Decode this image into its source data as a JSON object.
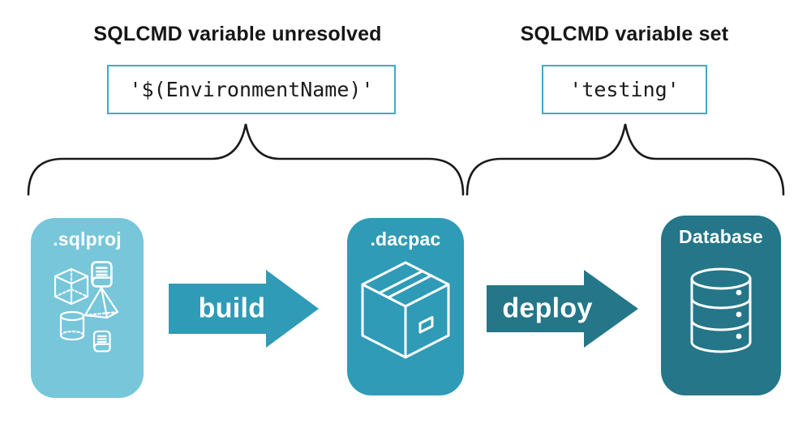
{
  "canvas": {
    "background": "#ffffff"
  },
  "annotations": {
    "unresolved": {
      "heading": "SQLCMD variable unresolved",
      "code": "'$(EnvironmentName)'"
    },
    "set": {
      "heading": "SQLCMD variable set",
      "code": "'testing'"
    }
  },
  "pipeline": {
    "nodes": [
      {
        "id": "sqlproj",
        "label": ".sqlproj",
        "color": "#77c6da",
        "icon": "sql-objects-icon"
      },
      {
        "id": "dacpac",
        "label": ".dacpac",
        "color": "#2f9bb7",
        "icon": "package-box-icon"
      },
      {
        "id": "database",
        "label": "Database",
        "color": "#257689",
        "icon": "database-cylinder-icon"
      }
    ],
    "arrows": [
      {
        "id": "build",
        "label": "build",
        "color": "#2f9bb7"
      },
      {
        "id": "deploy",
        "label": "deploy",
        "color": "#257689"
      }
    ]
  },
  "style": {
    "code_box_border": "#42a8c5",
    "brace_color": "#1a1a1a",
    "text_color": "#1a1a1a",
    "icon_color": "#ffffff"
  }
}
